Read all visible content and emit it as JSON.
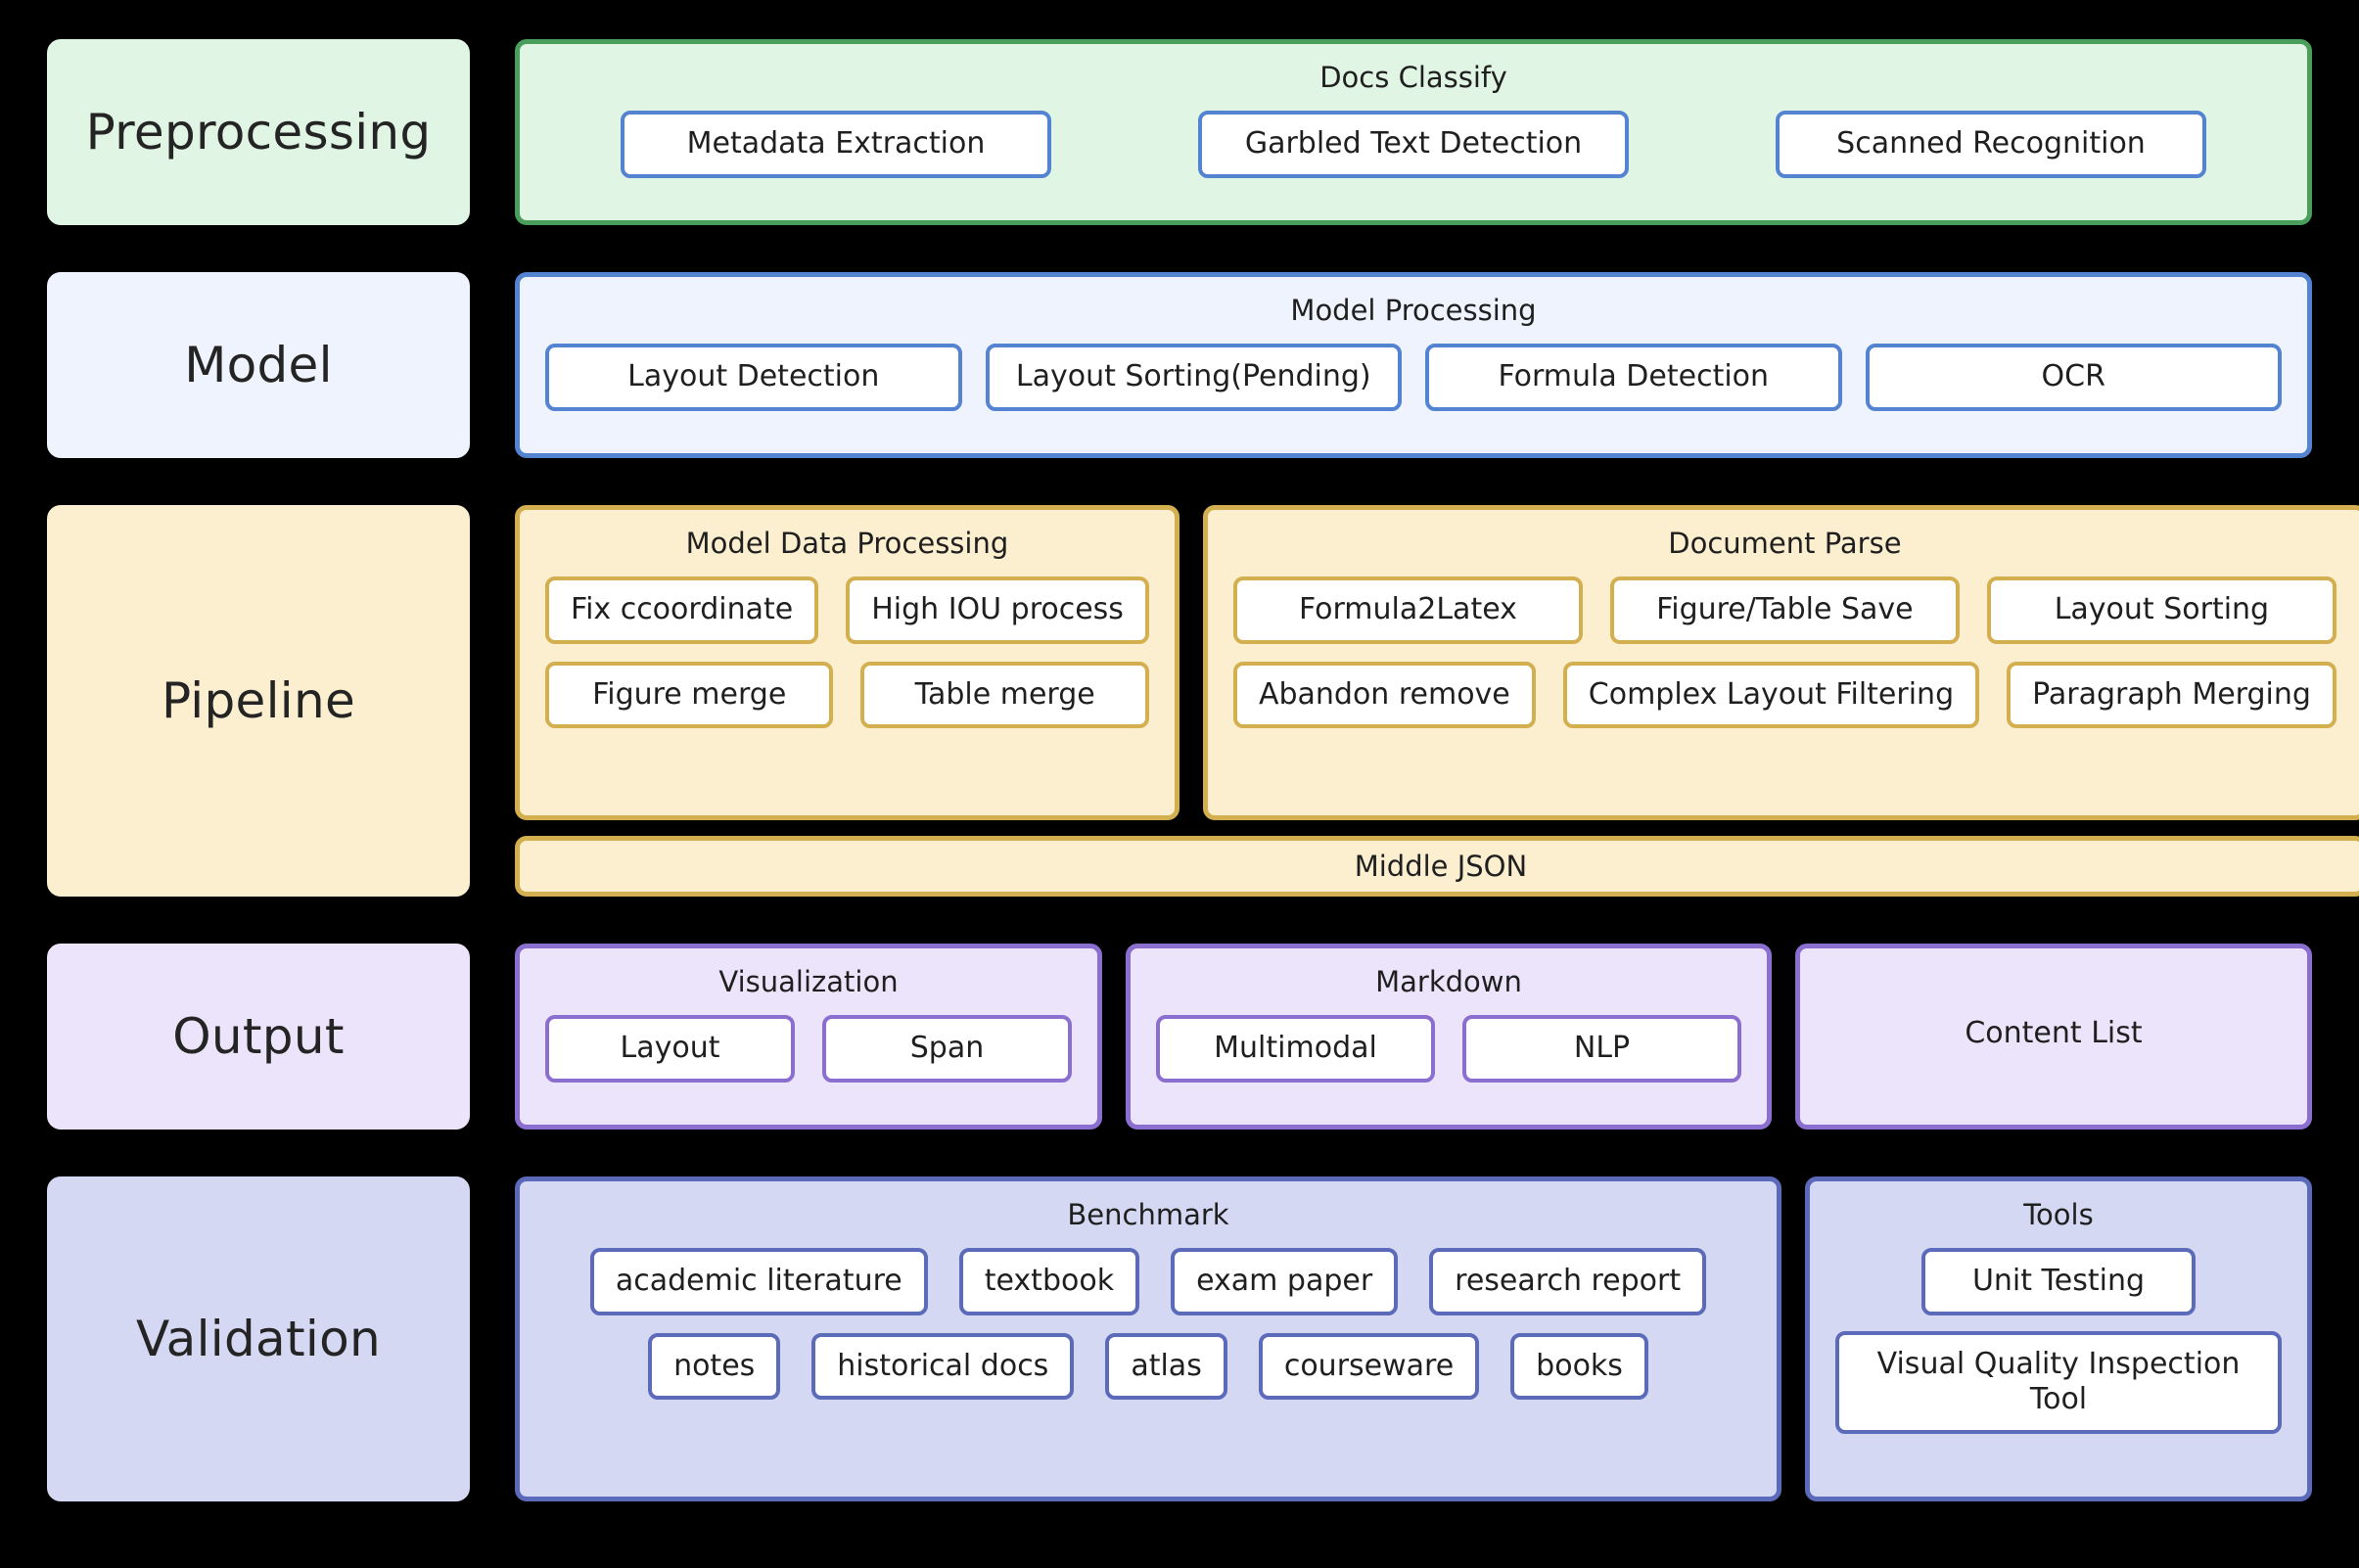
{
  "stages": [
    {
      "label": "Preprocessing"
    },
    {
      "label": "Model"
    },
    {
      "label": "Pipeline"
    },
    {
      "label": "Output"
    },
    {
      "label": "Validation"
    }
  ],
  "preprocessing": {
    "group_title": "Docs Classify",
    "items": [
      "Metadata Extraction",
      "Garbled Text Detection",
      "Scanned Recognition"
    ]
  },
  "model": {
    "group_title": "Model Processing",
    "items": [
      "Layout Detection",
      "Layout Sorting(Pending)",
      "Formula Detection",
      "OCR"
    ]
  },
  "pipeline": {
    "model_data_processing": {
      "group_title": "Model Data Processing",
      "row1": [
        "Fix ccoordinate",
        "High IOU process"
      ],
      "row2": [
        "Figure merge",
        "Table merge"
      ]
    },
    "document_parse": {
      "group_title": "Document Parse",
      "row1": [
        "Formula2Latex",
        "Figure/Table Save",
        "Layout Sorting"
      ],
      "row2": [
        "Abandon remove",
        "Complex Layout Filtering",
        "Paragraph Merging"
      ]
    },
    "middle_json": "Middle JSON"
  },
  "output": {
    "visualization": {
      "group_title": "Visualization",
      "items": [
        "Layout",
        "Span"
      ]
    },
    "markdown": {
      "group_title": "Markdown",
      "items": [
        "Multimodal",
        "NLP"
      ]
    },
    "content_list": {
      "group_title": "Content List"
    }
  },
  "validation": {
    "benchmark": {
      "group_title": "Benchmark",
      "row1": [
        "academic literature",
        "textbook",
        "exam paper",
        "research report"
      ],
      "row2": [
        "notes",
        "historical docs",
        "atlas",
        "courseware",
        "books"
      ]
    },
    "tools": {
      "group_title": "Tools",
      "items": [
        "Unit Testing",
        "Visual Quality Inspection Tool"
      ]
    }
  },
  "colors": {
    "background": "#000000",
    "green_fill": "#e0f5e3",
    "green_border": "#4a9e5c",
    "blue_fill": "#eef3fd",
    "blue_border": "#5484d1",
    "yellow_fill": "#fcefd0",
    "yellow_border": "#d4af4f",
    "purple_fill": "#ece4fb",
    "purple_border": "#8b6fd0",
    "indigo_fill": "#d4d8f2",
    "indigo_border": "#5b6bba",
    "chip_fill": "#ffffff",
    "text": "#1f1f1f"
  }
}
